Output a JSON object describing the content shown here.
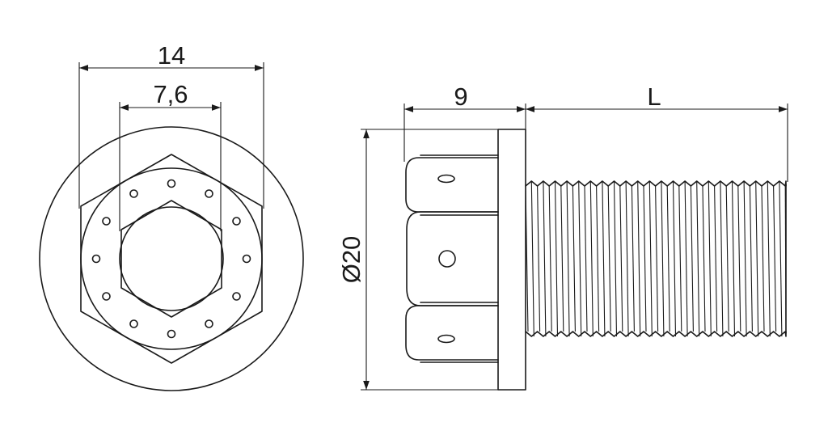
{
  "dimensions": {
    "hex_across_flats": "14",
    "socket_across_flats": "7,6",
    "head_height": "9",
    "thread_length": "L",
    "flange_diameter": "Ø20"
  },
  "colors": {
    "line": "#1a1a1a",
    "background": "#ffffff"
  }
}
